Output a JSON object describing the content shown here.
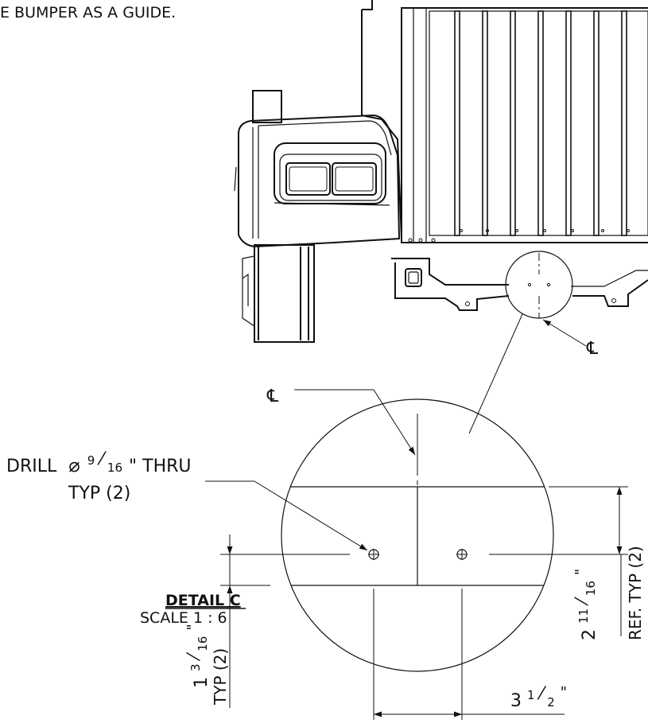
{
  "top_note": "E BUMPER AS A GUIDE.",
  "centerline_symbol": "℄",
  "drill": {
    "prefix": "DRILL",
    "diameter_symbol": "⌀",
    "num": "9",
    "den": "16",
    "suffix": "\" THRU",
    "typ": "TYP (2)"
  },
  "detail": {
    "title": "DETAIL C",
    "scale": "SCALE 1 : 6"
  },
  "dim_left": {
    "whole": "1",
    "num": "3",
    "den": "16",
    "inch": "\"",
    "note": "TYP (2)"
  },
  "dim_right": {
    "whole": "2",
    "num": "11",
    "den": "16",
    "inch": "\"",
    "note": "REF. TYP (2)"
  },
  "dim_bottom": {
    "whole": "3",
    "num": "1",
    "den": "2",
    "inch": "\""
  },
  "hole_symbol": "⊕"
}
